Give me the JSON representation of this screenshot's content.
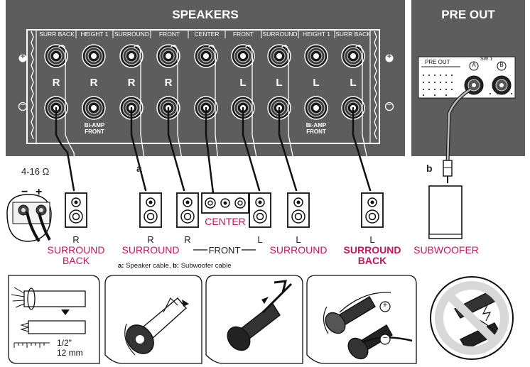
{
  "speakers_panel": {
    "title": "SPEAKERS",
    "headers": [
      "SURR BACK",
      "HEIGHT 1",
      "SURROUND",
      "FRONT",
      "CENTER",
      "FRONT",
      "SURROUND",
      "HEIGHT 1",
      "SURR BACK"
    ],
    "channel_labels": [
      "R",
      "R",
      "R",
      "R",
      "L",
      "L",
      "L",
      "L"
    ],
    "biamp_left": [
      "Bi-AMP",
      "FRONT"
    ],
    "biamp_right": [
      "Bi-AMP",
      "FRONT"
    ],
    "plus": "+",
    "minus": "−"
  },
  "preout_panel": {
    "title": "PRE OUT",
    "label": "PRE OUT",
    "sw": "SW 1",
    "jack_a": "A",
    "jack_b": "B"
  },
  "impedance": "4-16 Ω",
  "cable_a": "a",
  "cable_b": "b",
  "terminal_symbols": [
    "−",
    "+"
  ],
  "speakers": [
    {
      "side": "R",
      "name": "SURROUND",
      "name2": "BACK",
      "bold": false
    },
    {
      "side": "R",
      "name": "SURROUND",
      "name2": "",
      "bold": false
    },
    {
      "side": "R",
      "name": "",
      "name2": "",
      "bold": false
    },
    {
      "side": "L",
      "name": "",
      "name2": "",
      "bold": false
    },
    {
      "side": "L",
      "name": "SURROUND",
      "name2": "",
      "bold": false
    },
    {
      "side": "L",
      "name": "SURROUND",
      "name2": "BACK",
      "bold": true
    }
  ],
  "front_label": "FRONT",
  "center_label": "CENTER",
  "subwoofer_label": "SUBWOOFER",
  "legend": {
    "a_key": "a:",
    "a_text": " Speaker cable, ",
    "b_key": "b:",
    "b_text": " Subwoofer cable"
  },
  "strip_length": {
    "inch": "1/2\"",
    "mm": "12 mm"
  },
  "colors": {
    "panel": "#5d5d5d",
    "accent": "#c2185b"
  }
}
